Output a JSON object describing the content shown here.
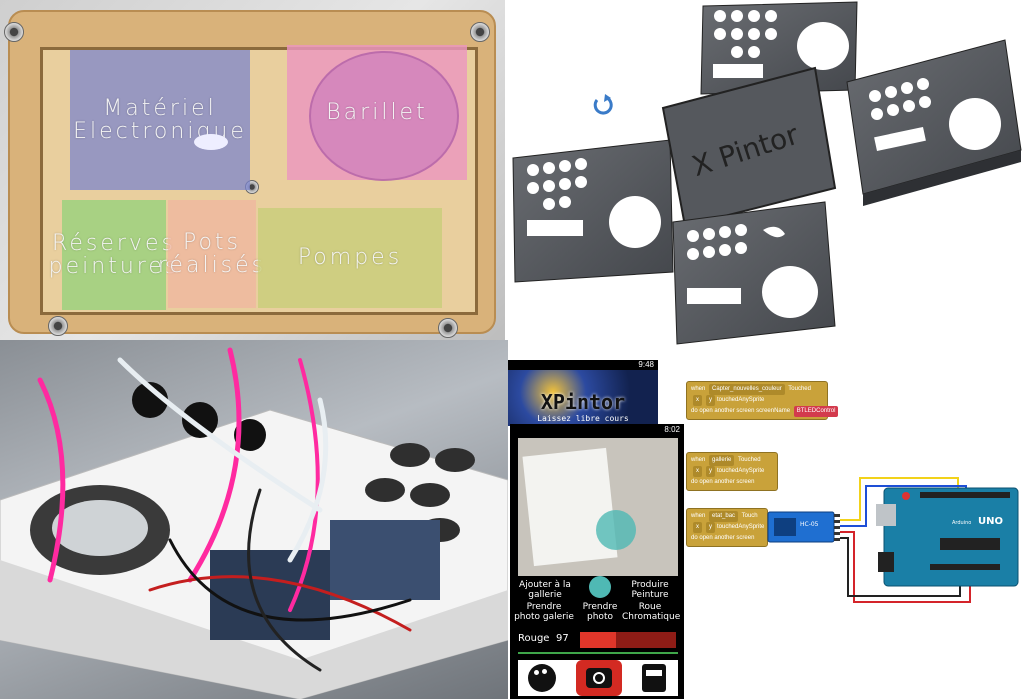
{
  "tray": {
    "zones": {
      "electronique": "Matériel Electronique",
      "barillet": "Barillet",
      "reserves": "Réserves peintures",
      "pots": "Pots réalisés",
      "pompes": "Pompes"
    }
  },
  "cad": {
    "logo_text": "X Pintor",
    "rotate_icon": "rotate-icon"
  },
  "splash": {
    "title": "XPintor",
    "subtitle": "Laissez libre cours",
    "time": "9:48"
  },
  "phone": {
    "time": "8:02",
    "buttons": {
      "ajouter": "Ajouter à la gallerie",
      "produire": "Produire Peinture",
      "prendre_galerie": "Prendre photo galerie",
      "prendre_photo": "Prendre photo",
      "roue": "Roue Chromatique"
    },
    "slider_label": "Rouge",
    "slider_value": "97",
    "slider_fraction": 0.38,
    "colors": {
      "red": "#e0362a",
      "teal": "#4fb9b4"
    }
  },
  "blocks": [
    {
      "when": "when",
      "component": "Capter_nouvelles_couleur",
      "event": "Touched",
      "x": "x",
      "y": "y",
      "param": "touchedAnySprite",
      "do": "do",
      "action": "open another screen",
      "arg": "screenName",
      "value": "BTLEDControl"
    },
    {
      "when": "when",
      "component": "gallerie",
      "event": "Touched",
      "x": "x",
      "y": "y",
      "param": "touchedAnySprite",
      "do": "do",
      "action": "open another screen"
    },
    {
      "when": "when",
      "component": "etat_bac",
      "event": "Touch",
      "x": "x",
      "y": "y",
      "param": "touchedAnySprite",
      "do": "do",
      "action": "open another screen"
    }
  ],
  "arduino": {
    "board_label": "UNO",
    "brand": "Arduino",
    "module_label": "HC-05",
    "wire_colors": {
      "yellow": "#f2d21a",
      "blue": "#1e4fd6",
      "red": "#d4242a",
      "black": "#222222"
    }
  }
}
